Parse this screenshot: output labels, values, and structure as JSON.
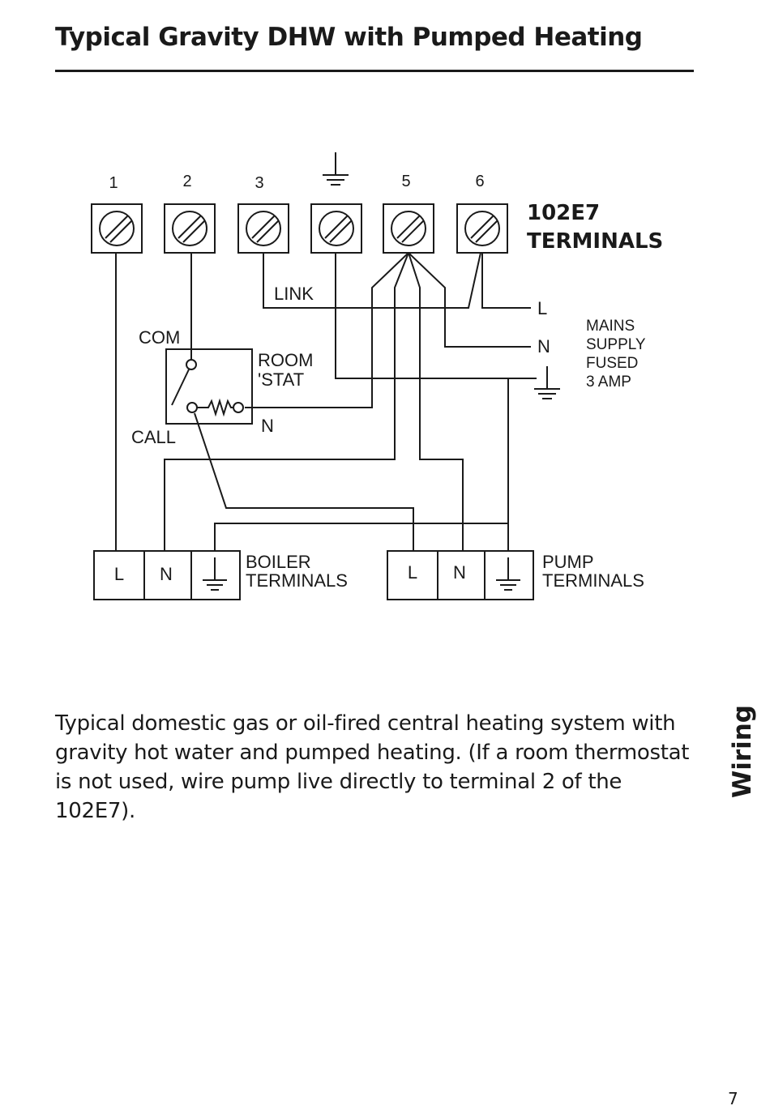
{
  "page": {
    "title": "Typical Gravity DHW with Pumped Heating",
    "caption": "Typical domestic gas or oil-fired central heating system with gravity hot water and pumped heating. (If a room thermostat is not used, wire pump live directly to terminal 2 of the 102E7).",
    "side_tab": "Wiring",
    "page_number": "7"
  },
  "diagram": {
    "controller_terminals": {
      "title_line1": "102E7",
      "title_line2": "TERMINALS",
      "numbers": [
        "1",
        "2",
        "3",
        "5",
        "6"
      ]
    },
    "link_label": "LINK",
    "mains": {
      "l": "L",
      "n": "N",
      "label_line1": "MAINS",
      "label_line2": "SUPPLY",
      "label_line3": "FUSED",
      "label_line4": "3 AMP"
    },
    "room_stat": {
      "com": "COM",
      "call": "CALL",
      "label_line1": "ROOM",
      "label_line2": "'STAT",
      "n": "N"
    },
    "boiler": {
      "l": "L",
      "n": "N",
      "label_line1": "BOILER",
      "label_line2": "TERMINALS"
    },
    "pump": {
      "l": "L",
      "n": "N",
      "label_line1": "PUMP",
      "label_line2": "TERMINALS"
    }
  }
}
